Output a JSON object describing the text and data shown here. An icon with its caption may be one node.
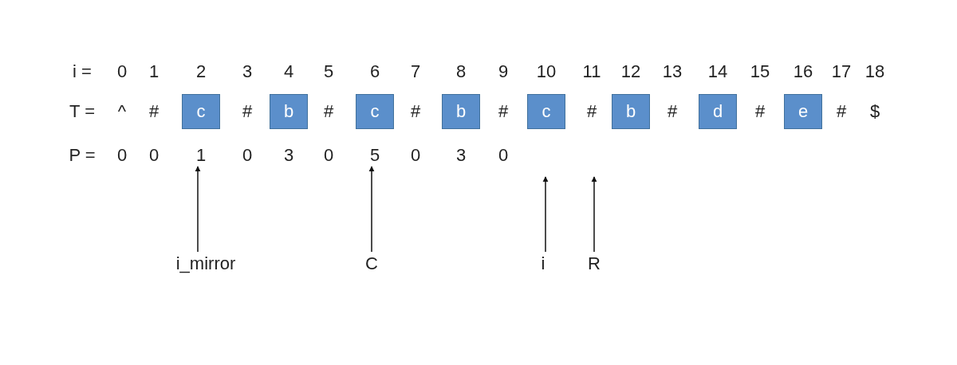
{
  "diagram": {
    "nodes": [
      {
        "text": [
          "c"
        ]
      },
      {
        "text": [
          "b"
        ]
      },
      {
        "text": [
          "c"
        ]
      },
      {
        "text": [
          "b"
        ]
      },
      {
        "text": [
          "c"
        ]
      },
      {
        "text": [
          "b"
        ]
      },
      {
        "text": [
          "d"
        ]
      },
      {
        "text": [
          "e"
        ]
      },
      {
        "text": [
          "1"
        ]
      },
      {
        "text": [
          "5"
        ]
      },
      {
        "text": [
          "i_mirror"
        ]
      },
      {
        "text": [
          "C"
        ]
      },
      {
        "text": [
          "i"
        ]
      },
      {
        "text": [
          "R"
        ]
      }
    ],
    "edges": [
      {
        "from": 10,
        "to": 8,
        "arrow": "to"
      },
      {
        "from": 11,
        "to": 9,
        "arrow": "to"
      },
      {
        "from": 12,
        "to": null,
        "arrow": "to"
      },
      {
        "from": 13,
        "to": null,
        "arrow": "to"
      }
    ],
    "labels": [
      "i =",
      "0",
      "1",
      "2",
      "3",
      "4",
      "5",
      "6",
      "7",
      "8",
      "9",
      "10",
      "11",
      "12",
      "13",
      "14",
      "15",
      "16",
      "17",
      "18",
      "T =",
      "^",
      "#",
      "#",
      "#",
      "#",
      "#",
      "#",
      "#",
      "#",
      "#",
      "$",
      "P =",
      "0",
      "0",
      "0",
      "3",
      "0",
      "0",
      "3",
      "0"
    ]
  }
}
